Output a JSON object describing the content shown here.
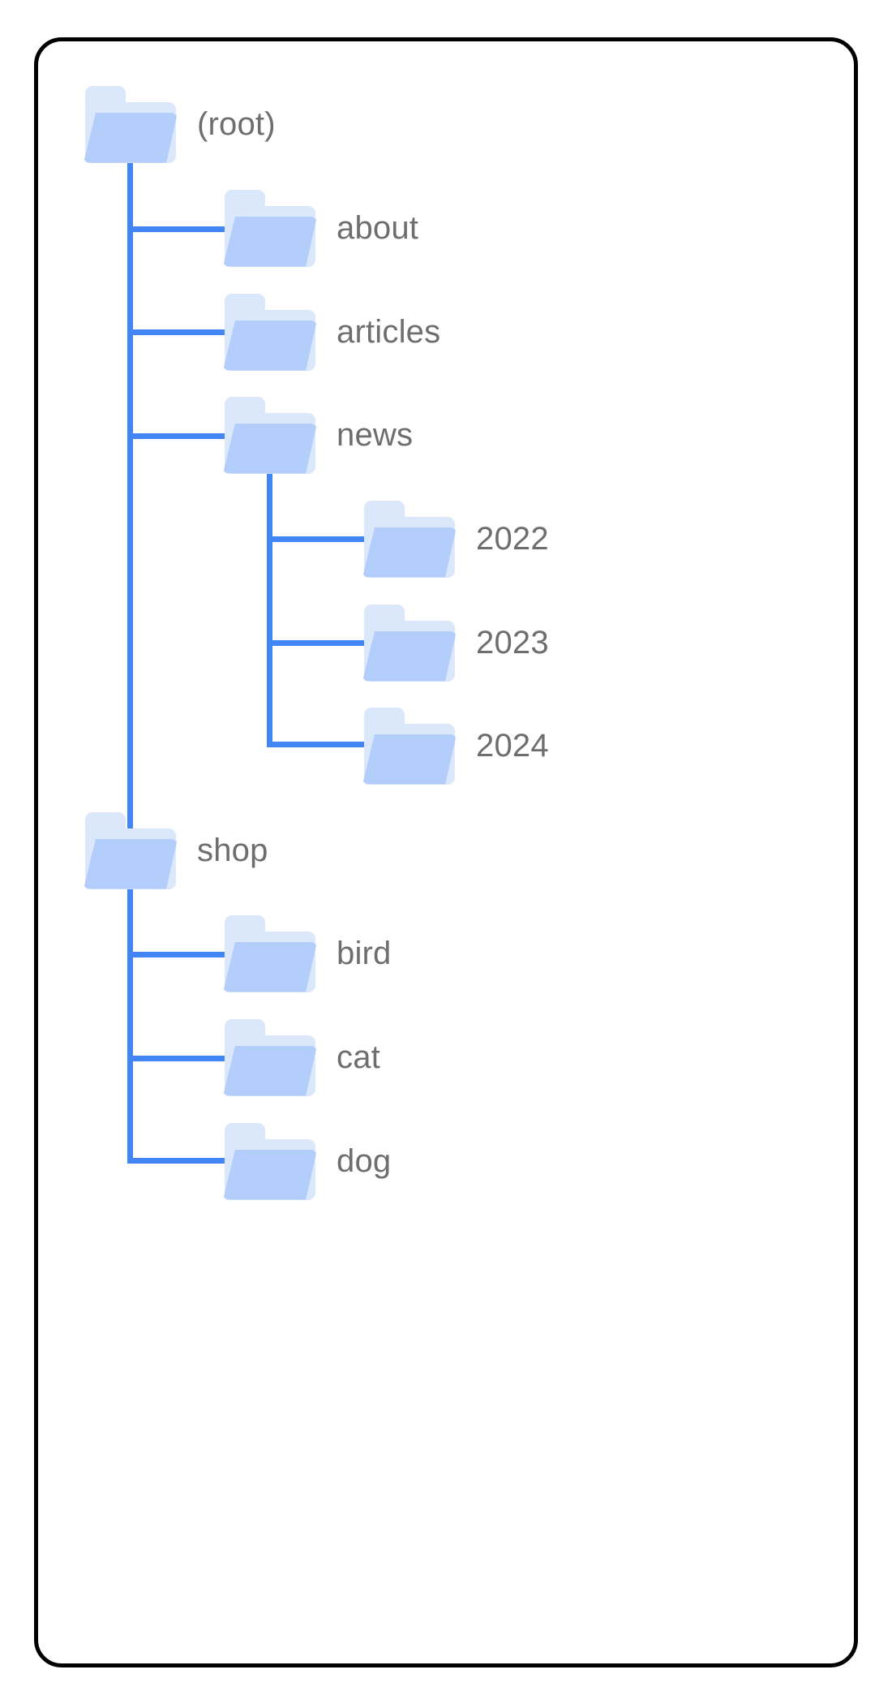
{
  "diagram": {
    "type": "folder-tree",
    "title": "",
    "colors": {
      "card_border": "#000000",
      "card_background": "#ffffff",
      "connector_line": "#4285f4",
      "folder_back": "#dbe7fa",
      "folder_front": "#b4cefb",
      "label_text": "#6e6e6e"
    },
    "nodes": [
      {
        "id": "root",
        "label": "(root)",
        "depth": 0,
        "parent": null,
        "icon": "folder-icon"
      },
      {
        "id": "about",
        "label": "about",
        "depth": 1,
        "parent": "root",
        "icon": "folder-icon"
      },
      {
        "id": "articles",
        "label": "articles",
        "depth": 1,
        "parent": "root",
        "icon": "folder-icon"
      },
      {
        "id": "news",
        "label": "news",
        "depth": 1,
        "parent": "root",
        "icon": "folder-icon"
      },
      {
        "id": "2022",
        "label": "2022",
        "depth": 2,
        "parent": "news",
        "icon": "folder-icon"
      },
      {
        "id": "2023",
        "label": "2023",
        "depth": 2,
        "parent": "news",
        "icon": "folder-icon"
      },
      {
        "id": "2024",
        "label": "2024",
        "depth": 2,
        "parent": "news",
        "icon": "folder-icon"
      },
      {
        "id": "shop",
        "label": "shop",
        "depth": 0,
        "parent": "root",
        "icon": "folder-icon"
      },
      {
        "id": "bird",
        "label": "bird",
        "depth": 1,
        "parent": "shop",
        "icon": "folder-icon"
      },
      {
        "id": "cat",
        "label": "cat",
        "depth": 1,
        "parent": "shop",
        "icon": "folder-icon"
      },
      {
        "id": "dog",
        "label": "dog",
        "depth": 1,
        "parent": "shop",
        "icon": "folder-icon"
      }
    ]
  }
}
